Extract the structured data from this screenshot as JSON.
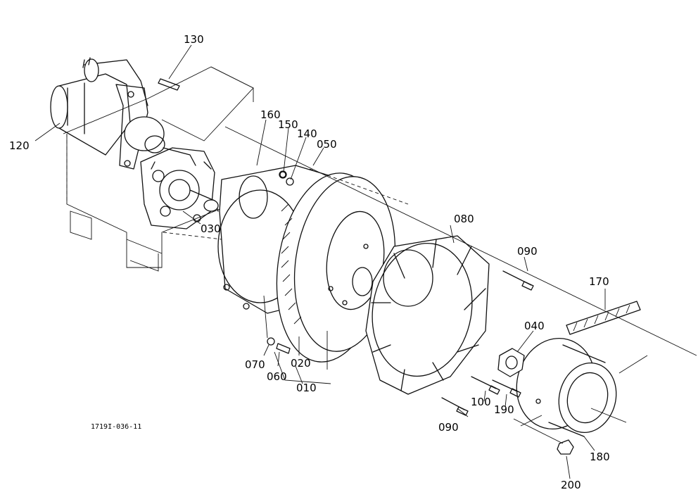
{
  "callouts": {
    "c010": "010",
    "c020": "020",
    "c030": "030",
    "c040": "040",
    "c050": "050",
    "c060": "060",
    "c070": "070",
    "c080": "080",
    "c090a": "090",
    "c090b": "090",
    "c100": "100",
    "c120": "120",
    "c130": "130",
    "c140": "140",
    "c150": "150",
    "c160": "160",
    "c170": "170",
    "c180": "180",
    "c190": "190",
    "c200": "200"
  },
  "drawing_code": "1719I-036-11"
}
